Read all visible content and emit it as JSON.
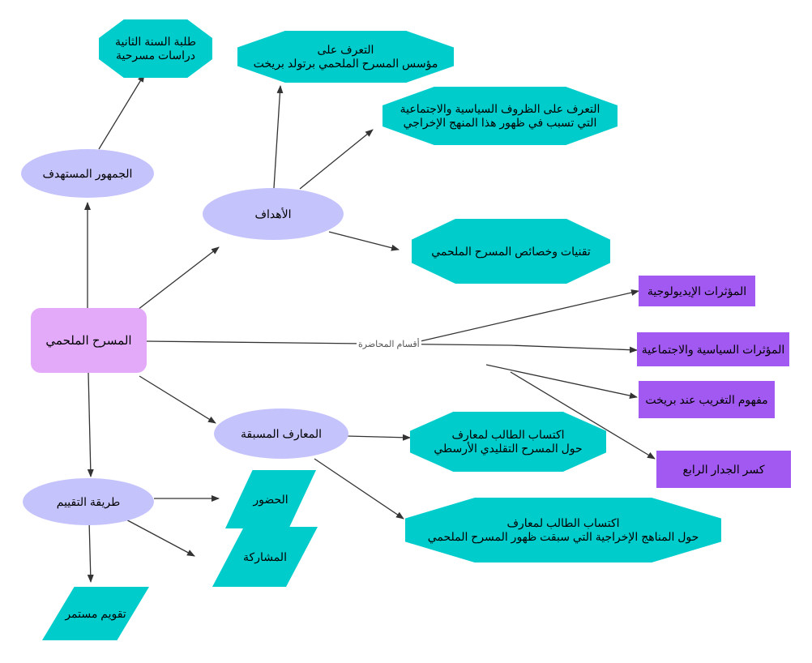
{
  "root": "المسرح الملحمي",
  "audience": "الجمهور المستهدف",
  "audience_target": "طلبة السنة الثانية\nدراسات مسرحية",
  "goals": "الأهداف",
  "goal_1": "التعرف على\nمؤسس المسرح الملحمي برتولد بريخت",
  "goal_2": "التعرف على الظروف السياسية والاجتماعية\nالتي تسبب في ظهور هذا المنهج الإخراجي",
  "goal_3": "تقنيات وخصائص المسرح الملحمي",
  "sections_label": "أقسام المحاضرة",
  "section_1": "المؤثرات الإيديولوجية",
  "section_2": "المؤثرات السياسية والاجتماعية",
  "section_3": "مفهوم التغريب عند بريخت",
  "section_4": "كسر الجدار الرابع",
  "prior": "المعارف المسبقة",
  "prior_1": "اكتساب الطالب لمعارف\nحول المسرح التقليدي الأرسطي",
  "prior_2": "اكتساب الطالب لمعارف\nحول المناهج الإخراجية التي سبقت ظهور المسرح الملحمي",
  "eval": "طريقة التقييم",
  "eval_1": "الحضور",
  "eval_2": "المشاركة",
  "eval_3": "تقويم مستمر",
  "colors": {
    "ellipse": "#c5c3fc",
    "root": "#e3aafa",
    "teal": "#00cccc",
    "purple": "#a259f2",
    "edge": "#333333"
  }
}
